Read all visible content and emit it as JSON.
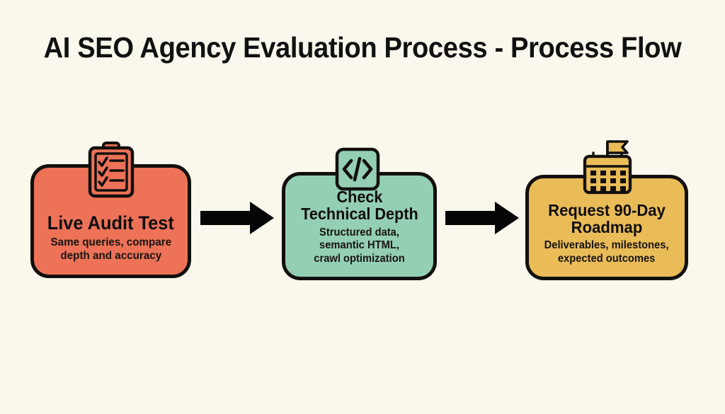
{
  "page": {
    "title": "AI SEO Agency Evaluation Process - Process Flow",
    "background_color": "#FAF7EC",
    "outline_color": "#12100E"
  },
  "flow": {
    "type": "process-flow",
    "direction": "left-to-right",
    "steps": [
      {
        "id": "live-audit-test",
        "index": 1,
        "title": "Live Audit Test",
        "subtitle": "Same queries, compare\ndepth and accuracy",
        "color": "#ED7257",
        "icon": "clipboard-checklist-icon"
      },
      {
        "id": "check-technical-depth",
        "index": 2,
        "title": "Check\nTechnical Depth",
        "subtitle": "Structured data, semantic HTML,\ncrawl optimization",
        "color": "#94CFB4",
        "icon": "code-brackets-icon",
        "icon_glyph": "</>"
      },
      {
        "id": "request-90-day-roadmap",
        "index": 3,
        "title": "Request 90-Day Roadmap",
        "subtitle": "Deliverables, milestones,\nexpected outcomes",
        "color": "#E9BC57",
        "icon": "calendar-flag-icon"
      }
    ],
    "connectors": [
      {
        "id": "arrow-1",
        "from": "live-audit-test",
        "to": "check-technical-depth",
        "shape": "block-arrow-right",
        "color": "#050505"
      },
      {
        "id": "arrow-2",
        "from": "check-technical-depth",
        "to": "request-90-day-roadmap",
        "shape": "block-arrow-right",
        "color": "#050505"
      }
    ]
  }
}
